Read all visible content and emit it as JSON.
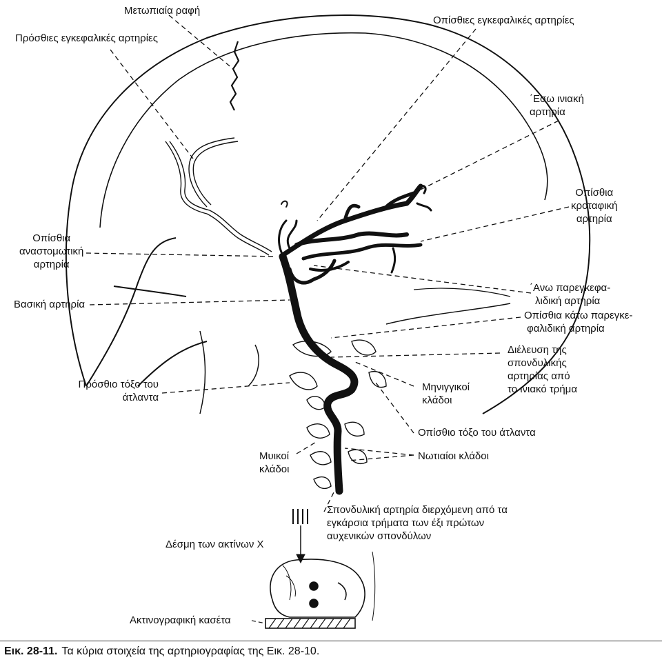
{
  "labels": {
    "metopic_suture": "Μετωπιαία ραφή",
    "anterior_cerebral": "Πρόσθιες εγκεφαλικές αρτηρίες",
    "posterior_cerebral": "Οπίσθιες εγκεφαλικές αρτηρίες",
    "internal_occipital": [
      "΄Εσω ινιακή",
      "αρτηρία"
    ],
    "posterior_temporal": [
      "Οπίσθια",
      "κροταφική",
      "αρτηρία"
    ],
    "posterior_communicating": [
      "Οπίσθια",
      "αναστομωτική",
      "αρτηρία"
    ],
    "basilar": "Βασική αρτηρία",
    "superior_cerebellar": [
      "΄Ανω παρεγκεφα-",
      "λιδική αρτηρία"
    ],
    "posterior_inferior_cerebellar": [
      "Οπίσθια κάτω παρεγκε-",
      "φαλιδική αρτηρία"
    ],
    "vertebral_passage": [
      "Διέλευση της",
      "σπονδυλικής",
      "αρτηρίας από",
      "το ινιακό τρήμα"
    ],
    "anterior_arch_atlas": [
      "Πρόσθιο τόξο του",
      "άτλαντα"
    ],
    "meningeal_branches": [
      "Μηνιγγικοί",
      "κλάδοι"
    ],
    "posterior_arch_atlas": "Οπίσθιο τόξο του άτλαντα",
    "muscular_branches": [
      "Μυικοί",
      "κλάδοι"
    ],
    "spinal_branches": "Νωτιαίοι κλάδοι",
    "vertebral_artery": [
      "Σπονδυλική αρτηρία διερχόμενη από τα",
      "εγκάρσια τρήματα των έξι πρώτων",
      "αυχενικών σπονδύλων"
    ],
    "xray_beam": "Δέσμη των ακτίνων Χ",
    "cassette": "Ακτινογραφική κασέτα"
  },
  "caption": {
    "number": "Εικ. 28-11.",
    "text": "Τα κύρια στοιχεία της αρτηριογραφίας της Εικ. 28-10."
  }
}
